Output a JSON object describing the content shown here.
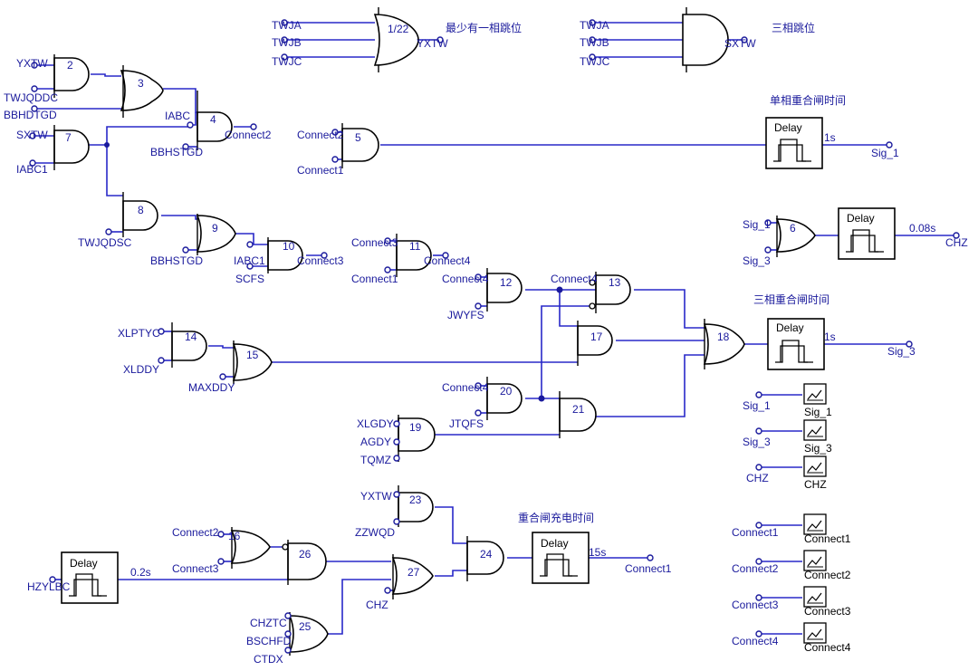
{
  "annotations": {
    "min_one_phase_trip": "最少有一相跳位",
    "three_phase_trip": "三相跳位",
    "single_phase_reclose_time": "单相重合闸时间",
    "three_phase_reclose_time": "三相重合闸时间",
    "reclose_charge_time": "重合闸充电时间"
  },
  "gate_ids": [
    "1/22",
    "2",
    "3",
    "4",
    "5",
    "6",
    "7",
    "8",
    "9",
    "10",
    "11",
    "12",
    "13",
    "14",
    "15",
    "16",
    "17",
    "18",
    "19",
    "20",
    "21",
    "23",
    "24",
    "25",
    "26",
    "27"
  ],
  "signals": {
    "TWJA": "TWJA",
    "TWJB": "TWJB",
    "TWJC": "TWJC",
    "YXTW": "YXTW",
    "SXTW": "SXTW",
    "TWJQDDC": "TWJQDDC",
    "BBHDTGD": "BBHDTGD",
    "IABC": "IABC",
    "IABC1": "IABC1",
    "BBHSTGD": "BBHSTGD",
    "TWJQDSC": "TWJQDSC",
    "SCFS": "SCFS",
    "Connect1": "Connect1",
    "Connect2": "Connect2",
    "Connect3": "Connect3",
    "Connect4": "Connect4",
    "Sig_1": "Sig_1",
    "Sig_3": "Sig_3",
    "CHZ": "CHZ",
    "JWYFS": "JWYFS",
    "JTQFS": "JTQFS",
    "XLPTYC": "XLPTYC",
    "XLDDY": "XLDDY",
    "MAXDDY": "MAXDDY",
    "XLGDY": "XLGDY",
    "AGDY": "AGDY",
    "TQMZ": "TQMZ",
    "ZZWQD": "ZZWQD",
    "HZYLBC": "HZYLBC",
    "CHZTC": "CHZTC",
    "BSCHFD": "BSCHFD",
    "CTDX": "CTDX"
  },
  "delays": {
    "title": "Delay",
    "d1": "1s",
    "d2": "0.08s",
    "d3": "1s",
    "d4": "15s",
    "d5": "0.2s"
  },
  "monitors": [
    "Sig_1",
    "Sig_3",
    "CHZ",
    "Connect1",
    "Connect2",
    "Connect3",
    "Connect4"
  ]
}
